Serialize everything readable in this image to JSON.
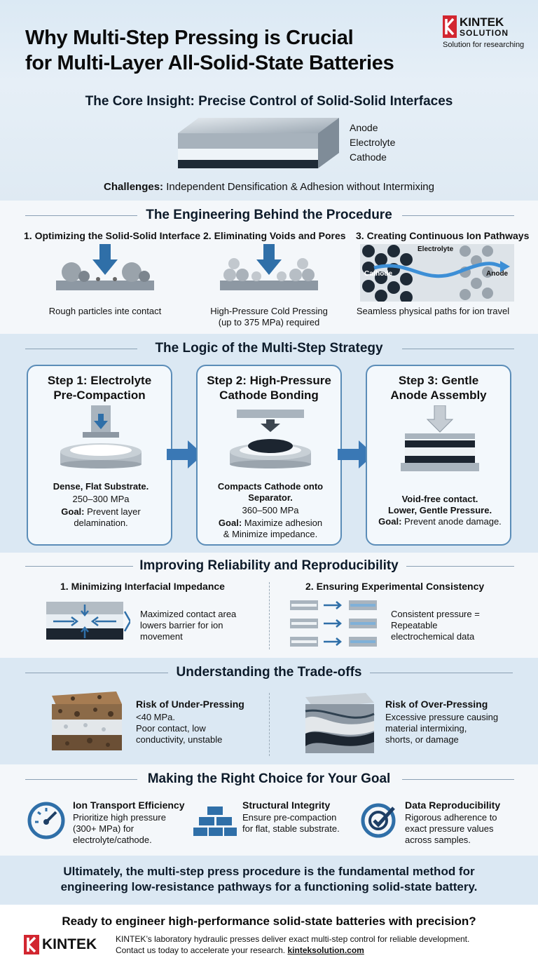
{
  "header": {
    "title_line1": "Why Multi-Step Pressing is Crucial",
    "title_line2": "for Multi-Layer All-Solid-State Batteries",
    "brand": {
      "name": "KINTEK",
      "sub": "SOLUTION",
      "tagline": "Solution for researching"
    }
  },
  "core": {
    "heading": "The Core Insight: Precise Control of Solid-Solid Interfaces",
    "layers": [
      "Anode",
      "Electrolyte",
      "Cathode"
    ],
    "challenges_label": "Challenges:",
    "challenges_text": "Independent Densification & Adhesion without Intermixing"
  },
  "engineering": {
    "heading": "The Engineering Behind the Procedure",
    "items": [
      {
        "title": "1. Optimizing the Solid-Solid Interface",
        "caption": "Rough particles inte contact"
      },
      {
        "title": "2. Eliminating Voids and Pores",
        "caption_line1": "High-Pressure Cold Pressing",
        "caption_line2": "(up to 375 MPa) required"
      },
      {
        "title": "3. Creating Continuous Ion Pathways",
        "caption": "Seamless physical paths for ion travel",
        "labels": {
          "cathode": "Cathode",
          "electrolyte": "Electrolyte",
          "anode": "Anode"
        }
      }
    ]
  },
  "strategy": {
    "heading": "The Logic of the Multi-Step Strategy",
    "steps": [
      {
        "title1": "Step 1: Electrolyte",
        "title2": "Pre-Compaction",
        "desc": "Dense, Flat Substrate.",
        "pressure": "250–300 MPa",
        "goal_label": "Goal:",
        "goal1": "Prevent layer",
        "goal2": "delamination."
      },
      {
        "title1": "Step 2: High-Pressure",
        "title2": "Cathode Bonding",
        "desc1": "Compacts Cathode onto",
        "desc2": "Separator.",
        "pressure": "360–500 MPa",
        "goal_label": "Goal:",
        "goal1": "Maximize adhesion",
        "goal2": "& Minimize impedance."
      },
      {
        "title1": "Step 3: Gentle",
        "title2": "Anode Assembly",
        "desc1": "Void-free contact.",
        "desc2": "Lower, Gentle Pressure.",
        "goal_label": "Goal:",
        "goal1": "Prevent anode damage."
      }
    ]
  },
  "reliability": {
    "heading": "Improving Reliability and Reproducibility",
    "left": {
      "title": "1. Minimizing Interfacial Impedance",
      "l1": "Maximized contact area",
      "l2": "lowers barrier for ion",
      "l3": "movement"
    },
    "right": {
      "title": "2. Ensuring Experimental Consistency",
      "l1": "Consistent pressure =",
      "l2": "Repeatable",
      "l3": "electrochemical data"
    }
  },
  "tradeoffs": {
    "heading": "Understanding the Trade-offs",
    "under": {
      "title": "Risk of Under-Pressing",
      "l1": "<40 MPa.",
      "l2": "Poor contact, low",
      "l3": "conductivity, unstable"
    },
    "over": {
      "title": "Risk of Over-Pressing",
      "l1": "Excessive pressure causing",
      "l2": "material intermixing,",
      "l3": "shorts, or damage"
    }
  },
  "choice": {
    "heading": "Making the Right Choice for Your Goal",
    "items": [
      {
        "title": "Ion Transport Efficiency",
        "l1": "Prioritize high pressure",
        "l2": "(300+ MPa) for",
        "l3": "electrolyte/cathode.",
        "icon": "gauge-icon"
      },
      {
        "title": "Structural Integrity",
        "l1": "Ensure pre-compaction",
        "l2": "for flat, stable substrate.",
        "icon": "blocks-icon"
      },
      {
        "title": "Data Reproducibility",
        "l1": "Rigorous adherence to",
        "l2": "exact pressure values",
        "l3": "across samples.",
        "icon": "target-icon"
      }
    ]
  },
  "conclusion": {
    "l1": "Ultimately, the multi-step press procedure is the fundamental method for",
    "l2": "engineering low-resistance pathways for a functioning solid-state battery."
  },
  "footer": {
    "cta": "Ready to engineer high-performance solid-state batteries with precision?",
    "brand": "KINTEK",
    "l1": "KINTEK’s laboratory hydraulic presses deliver exact multi-step control for reliable development.",
    "l2": "Contact us today to accelerate your research.",
    "link": "kinteksolution.com"
  },
  "colors": {
    "accent": "#2f6fa8",
    "brand_red": "#d22630",
    "panel": "#dbe8f3"
  }
}
